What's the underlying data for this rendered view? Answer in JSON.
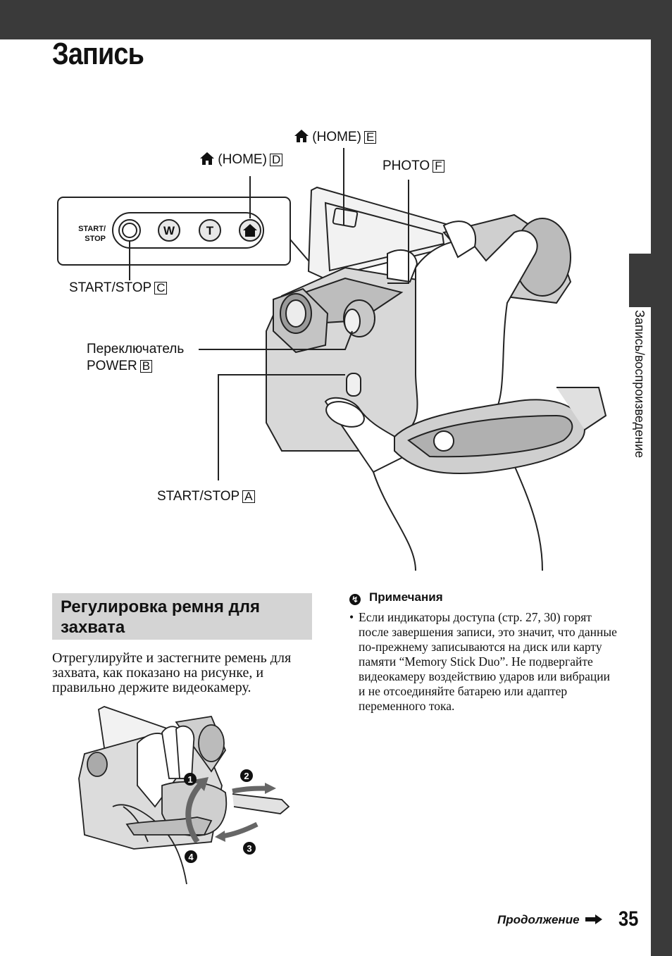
{
  "page": {
    "title": "Запись",
    "side_tab": "Запись/воспроизведение",
    "page_number": "35",
    "continued": "Продолжение"
  },
  "diagram": {
    "home_e": {
      "text": "(HOME)",
      "key": "E"
    },
    "home_d": {
      "text": "(HOME)",
      "key": "D"
    },
    "photo": {
      "text": "PHOTO",
      "key": "F"
    },
    "panel_startstop": "START/\nSTOP",
    "buttons": [
      "W",
      "T"
    ],
    "start_stop_c": {
      "text": "START/STOP",
      "key": "C"
    },
    "power_line1": "Переключатель",
    "power_line2": {
      "text": "POWER",
      "key": "B"
    },
    "start_stop_a": {
      "text": "START/STOP",
      "key": "A"
    }
  },
  "section": {
    "heading": "Регулировка ремня для захвата",
    "body": "Отрегулируйте и застегните ремень для захвата, как показано на рисунке, и правильно держите видеокамеру."
  },
  "notes": {
    "heading": "Примечания",
    "bullet": "•",
    "items": [
      "Если индикаторы доступа (стр. 27, 30) горят после завершения записи, это значит, что данные по-прежнему записываются на диск или карту памяти “Memory Stick Duo”. Не подвергайте видеокамеру воздействию ударов или вибрации и не отсоединяйте батарею или адаптер переменного тока."
    ]
  },
  "grip_steps": [
    "1",
    "2",
    "3",
    "4"
  ]
}
